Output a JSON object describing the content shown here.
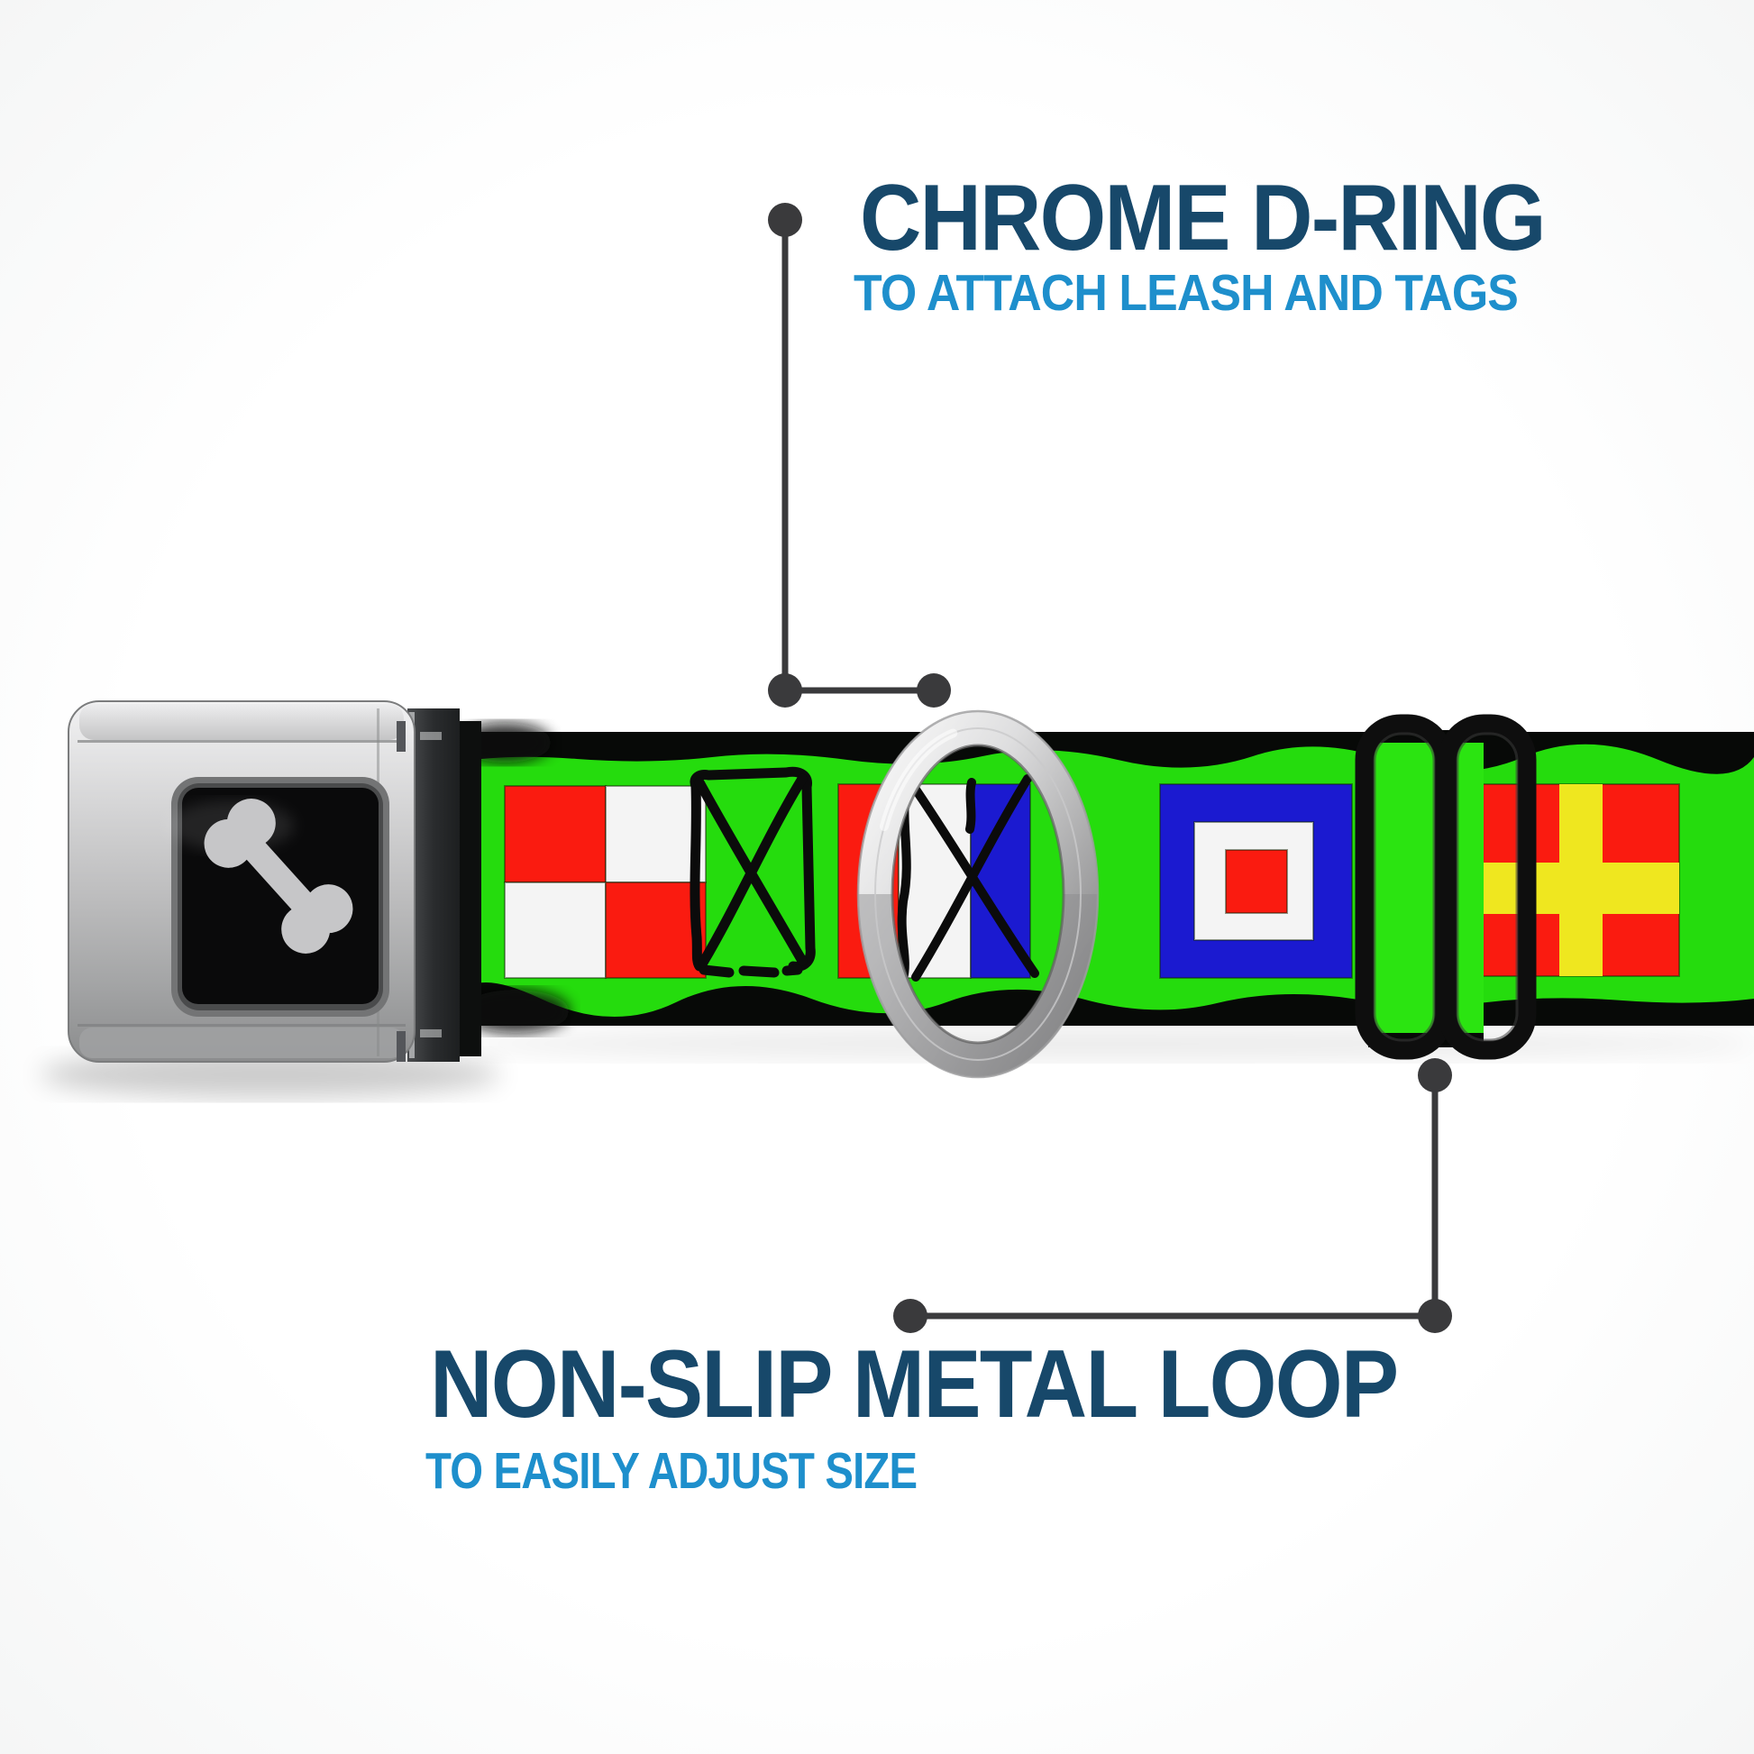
{
  "product": {
    "kind": "dog collar with seatbelt-buckle closure",
    "webbing_pattern": "nautical signal flags on bright green"
  },
  "callouts": {
    "top": {
      "title": "CHROME D-RING",
      "subtitle": "TO ATTACH LEASH AND TAGS"
    },
    "bottom": {
      "title": "NON-SLIP METAL LOOP",
      "subtitle": "TO EASILY ADJUST SIZE"
    }
  },
  "icons": {
    "buckle_center": "dog-bone-icon",
    "flags": [
      {
        "name": "red-white-quartered-flag"
      },
      {
        "name": "sketched-x-outline-flag"
      },
      {
        "name": "red-white-blue-tricolor-sketched-x-flag"
      },
      {
        "name": "blue-white-red-square-flag"
      },
      {
        "name": "red-yellow-cross-flag"
      }
    ]
  },
  "colors": {
    "navy": "#17486A",
    "lightblue": "#1E8FCC",
    "callout": "#3A3A3C",
    "green": "#25DC0D",
    "greenBright": "#2BE411",
    "webEdge": "#070907",
    "red": "#FA1B10",
    "white": "#F4F4F4",
    "blue": "#1B1AD0",
    "yellow": "#EFE71F",
    "sketch": "#0B0B0B",
    "bone": "#C6C6C8"
  }
}
